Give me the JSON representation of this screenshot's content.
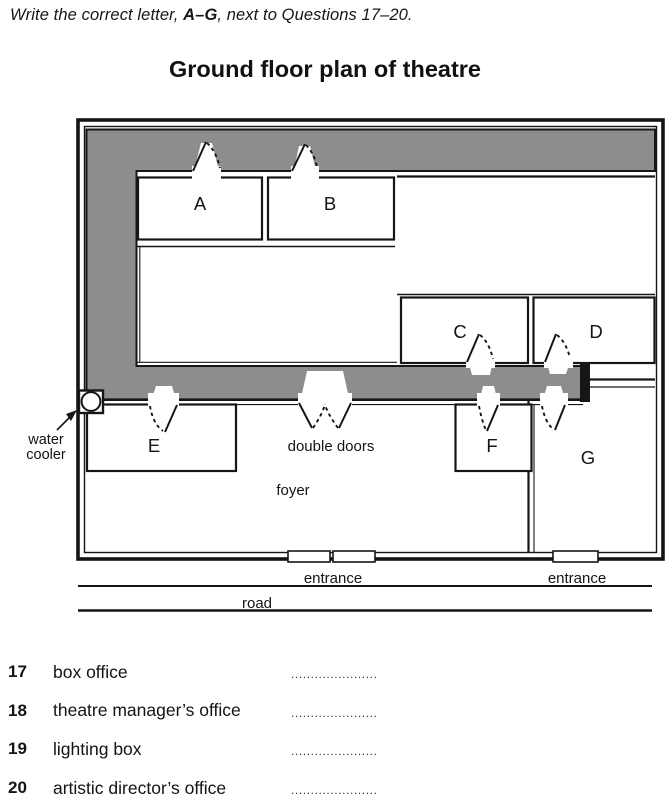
{
  "instruction": {
    "prefix": "Write the correct letter, ",
    "letters_range": "A–G",
    "suffix": ", next to Questions 17–20."
  },
  "title": "Ground floor plan of theatre",
  "plan": {
    "room_labels": [
      "A",
      "B",
      "C",
      "D",
      "E",
      "F",
      "G"
    ],
    "water_cooler_line1": "water",
    "water_cooler_line2": "cooler",
    "double_doors_label": "double doors",
    "foyer_label": "foyer",
    "entrance_left_label": "entrance",
    "entrance_right_label": "entrance",
    "road_label": "road"
  },
  "questions": [
    {
      "number": "17",
      "label": "box office",
      "dots": "......................"
    },
    {
      "number": "18",
      "label": "theatre manager’s office",
      "dots": "......................"
    },
    {
      "number": "19",
      "label": "lighting box",
      "dots": "......................"
    },
    {
      "number": "20",
      "label": "artistic director’s office",
      "dots": "......................"
    }
  ]
}
